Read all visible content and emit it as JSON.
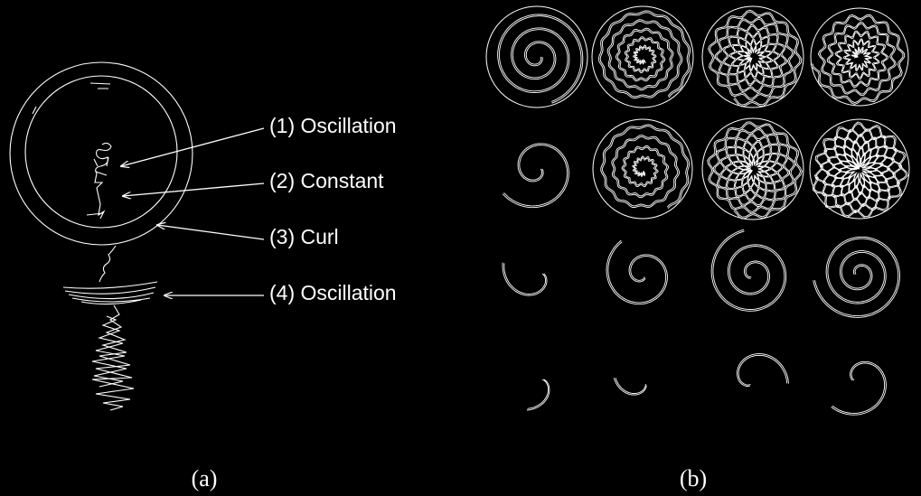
{
  "panel_a": {
    "caption": "(a)",
    "annotations": [
      {
        "label": "(1) Oscillation"
      },
      {
        "label": "(2) Constant"
      },
      {
        "label": "(3) Curl"
      },
      {
        "label": "(4) Oscillation"
      }
    ]
  },
  "panel_b": {
    "caption": "(b)",
    "grid": {
      "rows": 4,
      "cols": 4
    }
  },
  "colors": {
    "background": "#000000",
    "stroke": "#ffffff"
  }
}
